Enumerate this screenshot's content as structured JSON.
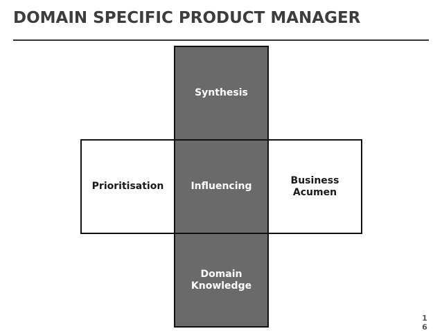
{
  "slide": {
    "title": "DOMAIN SPECIFIC PRODUCT MANAGER",
    "page_number": "16"
  },
  "diagram": {
    "top": "Synthesis",
    "left": "Prioritisation",
    "center": "Influencing",
    "right": "Business\nAcumen",
    "bottom": "Domain\nKnowledge"
  },
  "colors": {
    "dark_cell": "#6a6a6a",
    "light_cell": "#ffffff",
    "border": "#111111",
    "title": "#3d3d3d"
  }
}
